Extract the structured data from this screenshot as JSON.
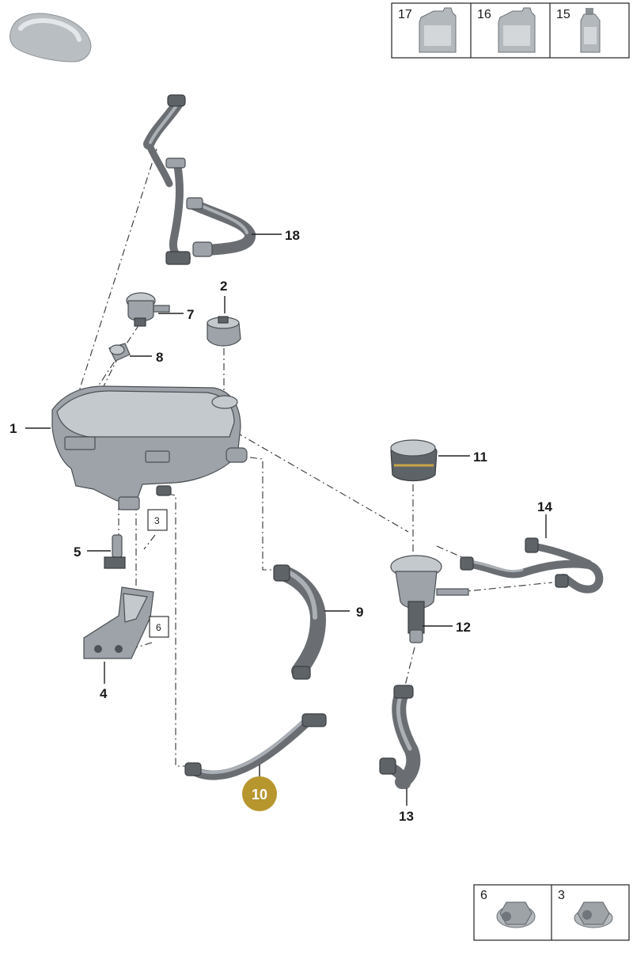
{
  "callouts": {
    "c1": "1",
    "c2": "2",
    "c4": "4",
    "c5": "5",
    "c7": "7",
    "c8": "8",
    "c9": "9",
    "c10": "10",
    "c11": "11",
    "c12": "12",
    "c13": "13",
    "c14": "14",
    "c18": "18"
  },
  "inline_refs": {
    "r3": "3",
    "r6": "6"
  },
  "fluids_panel": {
    "items": [
      "17",
      "16",
      "15"
    ]
  },
  "fasteners_panel": {
    "items": [
      "6",
      "3"
    ]
  },
  "colors": {
    "highlight": "#b8962e",
    "part": "#9da3a8",
    "line": "#222222"
  }
}
